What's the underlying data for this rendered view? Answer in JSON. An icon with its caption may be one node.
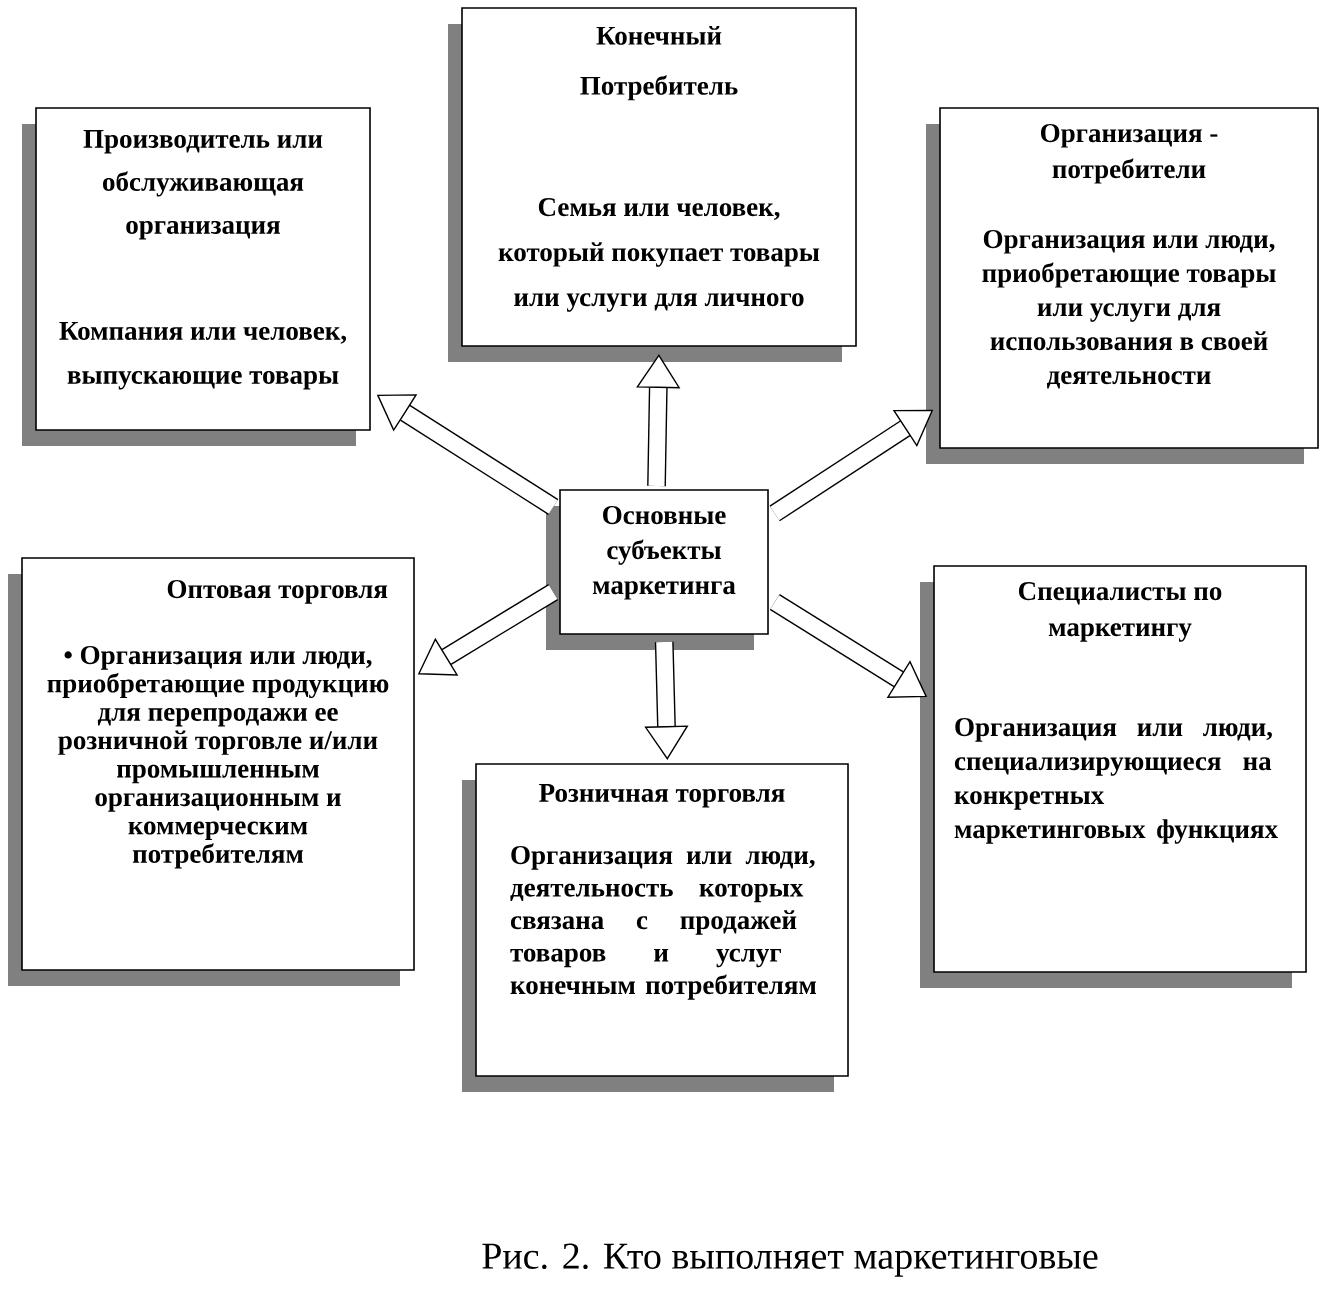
{
  "diagram": {
    "caption": "Рис. 2. Кто выполняет маркетинговые",
    "nodes": [
      {
        "text": [
          "Производитель или обслуживающая организация",
          "Компания или человек, выпускающие товары"
        ]
      },
      {
        "text": [
          "Конечный Потребитель",
          "Семья или человек, который покупает товары или услуги для личного"
        ]
      },
      {
        "text": [
          "Организация - потребители",
          "Организация или люди, приобретающие товары или услуги для использования в своей деятельности"
        ]
      },
      {
        "text": [
          "Основные субъекты маркетинга"
        ]
      },
      {
        "text": [
          "Оптовая торговля",
          "• Организация или люди, приобретающие продукцию для перепродажи ее розничной торговле и/или промышленным организационным и коммерческим потребителям"
        ]
      },
      {
        "text": [
          "Розничная торговля",
          "Организация или люди, деятельность которых связана с продажей товаров и услуг конечным потребителям"
        ]
      },
      {
        "text": [
          "Специалисты по маркетингу",
          "Организация или люди, специализирующиеся на конкретных маркетинговых функциях"
        ]
      }
    ],
    "edges": [
      {
        "from": 3,
        "to": 0,
        "arrow": "to"
      },
      {
        "from": 3,
        "to": 1,
        "arrow": "to"
      },
      {
        "from": 3,
        "to": 2,
        "arrow": "to"
      },
      {
        "from": 3,
        "to": 4,
        "arrow": "to"
      },
      {
        "from": 3,
        "to": 5,
        "arrow": "to"
      },
      {
        "from": 3,
        "to": 6,
        "arrow": "to"
      }
    ]
  }
}
